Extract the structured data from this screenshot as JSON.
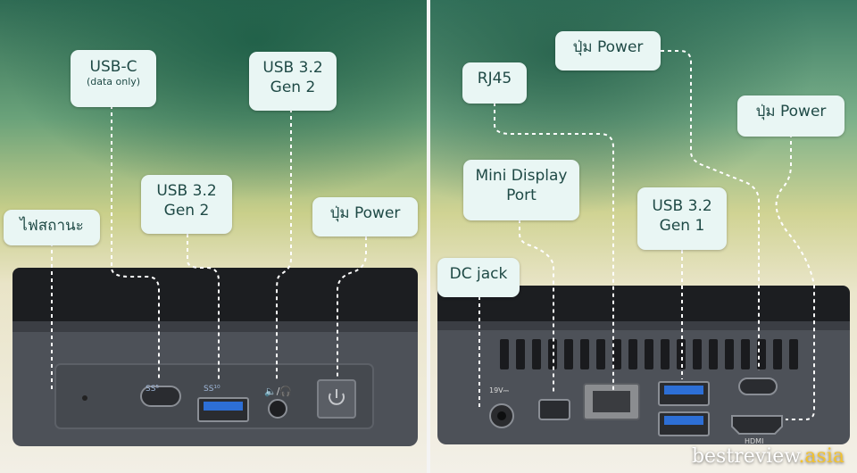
{
  "left_panel": {
    "labels": {
      "usb_c": "USB-C",
      "usb_c_sub": "(data only)",
      "usb32_gen2_top_l1": "USB 3.2",
      "usb32_gen2_top_l2": "Gen 2",
      "usb32_gen2_mid_l1": "USB 3.2",
      "usb32_gen2_mid_l2": "Gen 2",
      "status_light": "ไฟสถานะ",
      "power_button": "ปุ่ม Power"
    },
    "port_marks": {
      "ss5": "SS⁵",
      "ss10": "SS¹⁰"
    }
  },
  "right_panel": {
    "labels": {
      "power_top": "ปุ่ม Power",
      "power_right": "ปุ่ม Power",
      "rj45": "RJ45",
      "mini_dp_l1": "Mini Display",
      "mini_dp_l2": "Port",
      "usb32_gen1_l1": "USB 3.2",
      "usb32_gen1_l2": "Gen 1",
      "dc_jack": "DC jack"
    },
    "port_marks": {
      "dc_rating": "19V⎓",
      "hdmi": "HDMI"
    }
  },
  "watermark": {
    "text": "bestreview",
    "suffix": ".asia"
  },
  "colors": {
    "label_bg": "#e9f6f4",
    "label_text": "#1f4a46",
    "device_body": "#4a4e55",
    "device_top": "#1a1c1f"
  }
}
